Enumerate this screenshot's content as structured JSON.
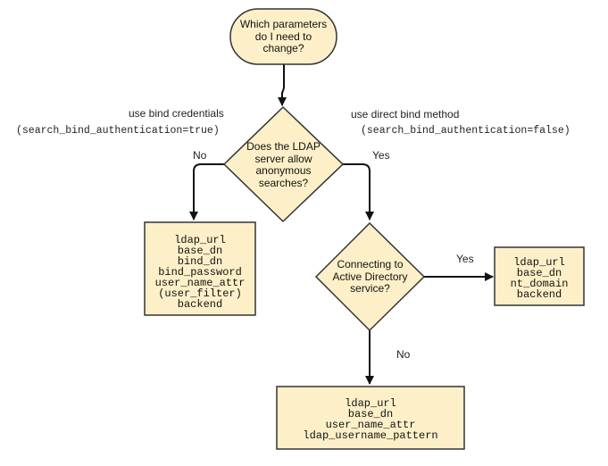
{
  "colors": {
    "fill": "#fdf0c8",
    "stroke": "#333333",
    "arrow": "#111111"
  },
  "start": {
    "lines": [
      "Which parameters",
      "do I need to",
      "change?"
    ]
  },
  "decision_anonymous": {
    "lines": [
      "Does the LDAP",
      "server allow",
      "anonymous",
      "searches?"
    ]
  },
  "decision_ad": {
    "lines": [
      "Connecting to",
      "Active Directory",
      "service?"
    ]
  },
  "left_branch": {
    "title": "use bind credentials",
    "setting": "(search_bind_authentication=true)",
    "edge": "No"
  },
  "right_branch": {
    "title": "use direct bind method",
    "setting": "(search_bind_authentication=false)",
    "edge": "Yes"
  },
  "ad_yes_edge": "Yes",
  "ad_no_edge": "No",
  "box_bind_credentials": {
    "lines": [
      "ldap_url",
      "base_dn",
      "bind_dn",
      "bind_password",
      "user_name_attr",
      "(user_filter)",
      "backend"
    ]
  },
  "box_active_directory": {
    "lines": [
      "ldap_url",
      "base_dn",
      "nt_domain",
      "backend"
    ]
  },
  "box_direct_bind": {
    "lines": [
      "ldap_url",
      "base_dn",
      "user_name_attr",
      "ldap_username_pattern"
    ]
  }
}
